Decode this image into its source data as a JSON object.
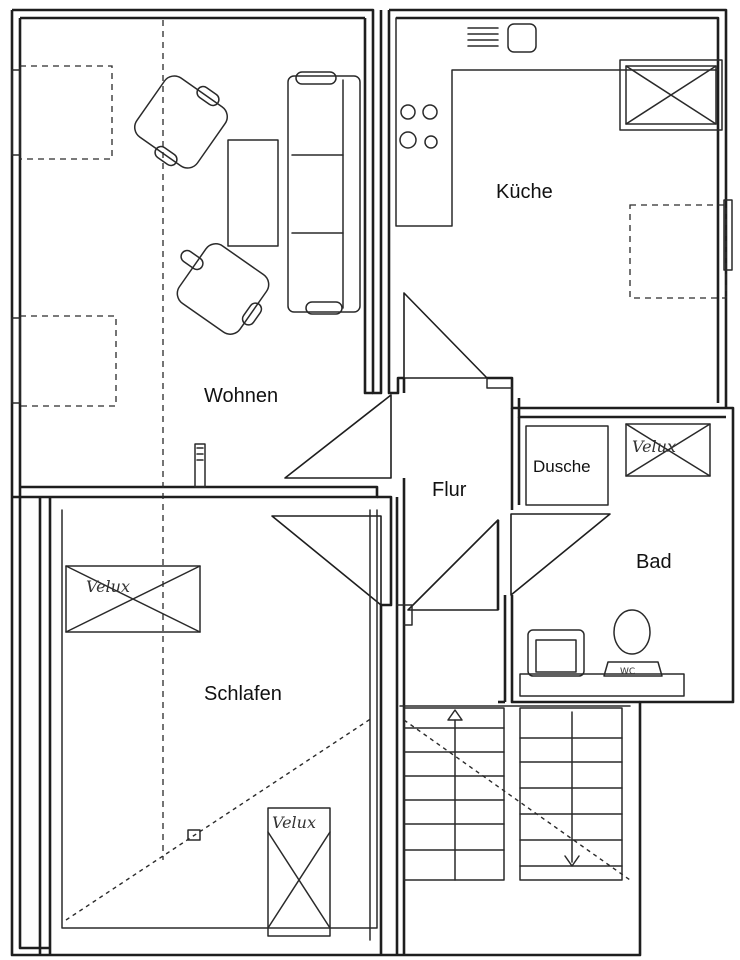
{
  "rooms": {
    "wohnen": "Wohnen",
    "kueche": "Küche",
    "flur": "Flur",
    "dusche": "Dusche",
    "bad": "Bad",
    "schlafen": "Schlafen"
  },
  "skylights": {
    "bad": "Velux",
    "schlafen_left": "Velux",
    "schlafen_bottom": "Velux"
  },
  "fixtures": {
    "wc": "WC"
  }
}
